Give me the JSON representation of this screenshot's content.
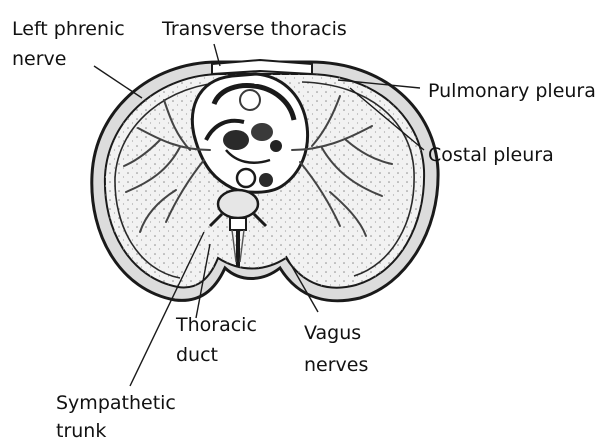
{
  "labels": {
    "left_phrenic_nerve": [
      "Left phrenic",
      "nerve"
    ],
    "transverse_thoracis": "Transverse thoracis",
    "pulmonary_pleura": "Pulmonary pleura",
    "costal_pleura": "Costal pleura",
    "thoracic_duct": [
      "Thoracic",
      "duct"
    ],
    "vagus_nerves": [
      "Vagus",
      "nerves"
    ],
    "sympathetic_trunk": [
      "Sympathetic",
      "trunk"
    ]
  },
  "colors": {
    "ink": "#1a1a1a",
    "text": "#111111",
    "lung_fill": "#f2f2f2",
    "wall_band": "#cfcfcf",
    "dark_structure": "#2a2a2a",
    "background": "#ffffff"
  }
}
